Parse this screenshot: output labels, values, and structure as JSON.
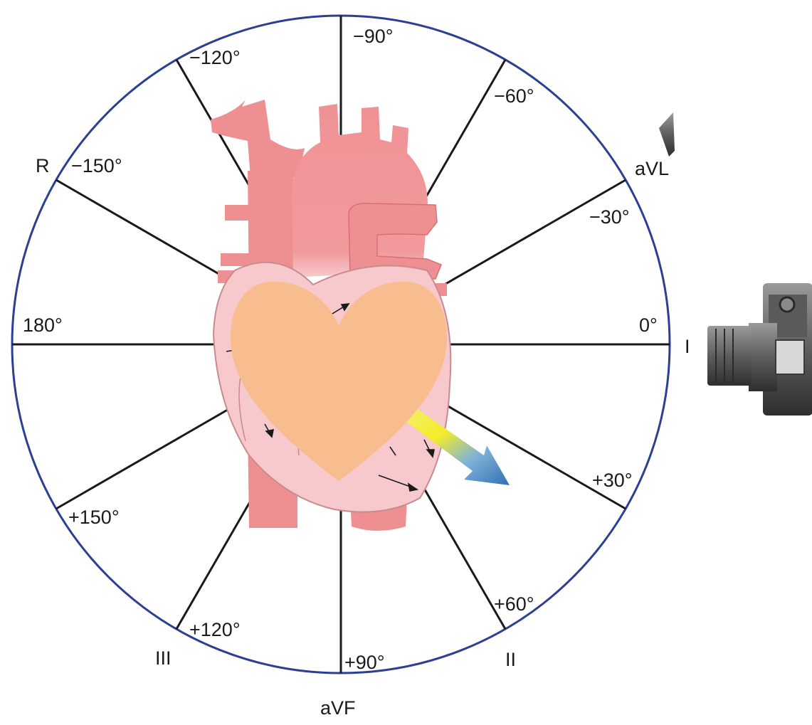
{
  "colors": {
    "circle_stroke": "#2c3f93",
    "spoke": "#1a1a1a",
    "vessel": "#ee8f92",
    "vessel_dark": "#d96f74",
    "heart_body": "#f7c9cc",
    "heart_overlay": "#f8bd8e",
    "arrow_blue": "#2f6fb6",
    "arrow_yellow": "#f2ec2a",
    "camera_body": "#6e6e6e",
    "camera_dark": "#3a3a3a"
  },
  "angles": {
    "m90": "−90°",
    "m120": "−120°",
    "m60": "−60°",
    "m150": "−150°",
    "m30": "−30°",
    "d180": "180°",
    "d0": "0°",
    "p30": "+30°",
    "p150": "+150°",
    "p60": "+60°",
    "p120": "+120°",
    "p90": "+90°"
  },
  "leads": {
    "avr": "R",
    "avl": "aVL",
    "lead1": "I",
    "lead2": "II",
    "lead3": "III",
    "avf": "aVF"
  },
  "icons": {
    "heart": "heart-icon",
    "camera": "camera-icon",
    "axis_arrow": "arrow-icon"
  }
}
